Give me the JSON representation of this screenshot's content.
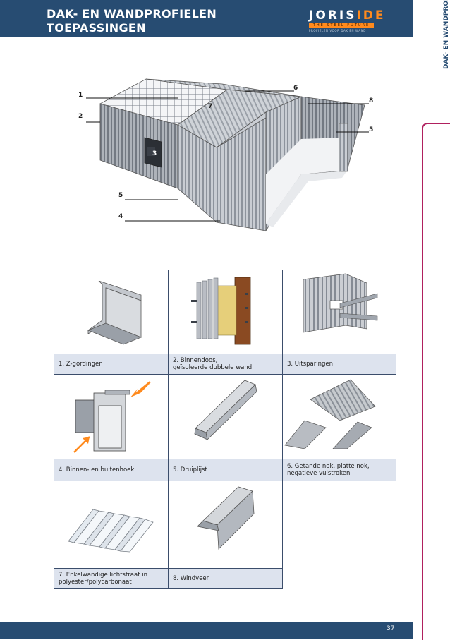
{
  "header": {
    "title_line1": "DAK- EN WANDPROFIELEN",
    "title_line2": "TOEPASSINGEN",
    "logo_part1": "JORIS",
    "logo_part2": "IDE",
    "logo_tagline": "THE STEEL FUTURE",
    "logo_sub": "PROFIELEN VOOR DAK EN WAND"
  },
  "side_tab": {
    "label": "DAK- EN WANDPROFIELEN",
    "color": "#b0205e"
  },
  "page_number": "37",
  "hero_callouts": [
    "1",
    "2",
    "3",
    "4",
    "5",
    "5",
    "6",
    "7",
    "8"
  ],
  "items": [
    {
      "caption": "1. Z-gordingen"
    },
    {
      "caption": "2. Binnendoos,\n    geïsoleerde dubbele wand"
    },
    {
      "caption": "3. Uitsparingen"
    },
    {
      "caption": "4. Binnen- en buitenhoek"
    },
    {
      "caption": "5. Druiplijst"
    },
    {
      "caption": "6.  Getande nok, platte nok,\n     negatieve vulstroken"
    },
    {
      "caption": "7.  Enkelwandige lichtstraat in\n     polyester/polycarbonaat"
    },
    {
      "caption": "8. Windveer"
    }
  ],
  "colors": {
    "navy": "#274c72",
    "accent": "#ff8a1d",
    "caption_bg": "#dde3ee"
  }
}
